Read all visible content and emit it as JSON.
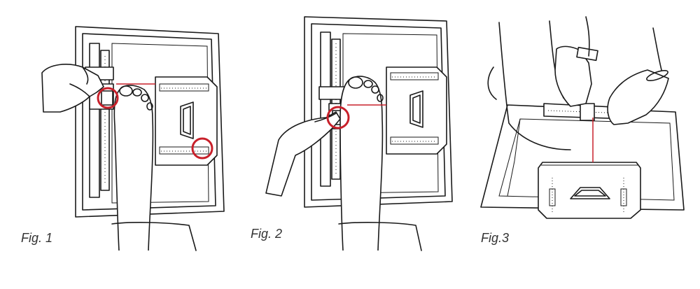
{
  "figures": [
    {
      "caption": "Fig. 1"
    },
    {
      "caption": "Fig. 2"
    },
    {
      "caption": "Fig.3"
    }
  ],
  "colors": {
    "line": "#1a1a1a",
    "highlight": "#c8202a",
    "background": "#ffffff"
  }
}
